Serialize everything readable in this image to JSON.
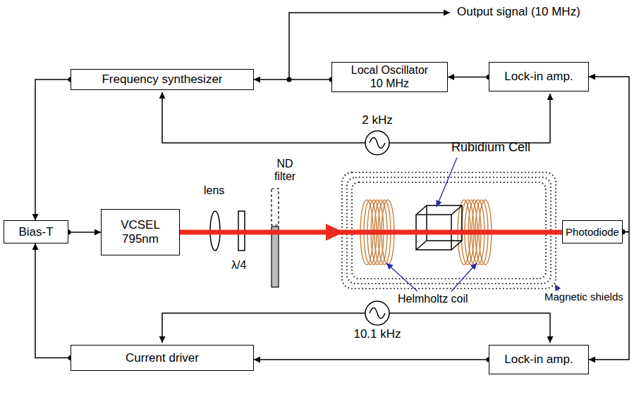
{
  "diagram": {
    "nodes": [
      {
        "text": [
          "Frequency synthesizer"
        ]
      },
      {
        "text": [
          "Local Oscillator 10 MHz"
        ]
      },
      {
        "text": [
          "Lock-in amp."
        ]
      },
      {
        "text": [
          "Bias-T"
        ]
      },
      {
        "text": [
          "VCSEL 795nm"
        ]
      },
      {
        "text": [
          "Photodiode"
        ]
      },
      {
        "text": [
          "Current driver"
        ]
      },
      {
        "text": [
          "Lock-in amp."
        ]
      }
    ],
    "edges": [
      {
        "from": 1,
        "to": 0,
        "arrow": "to"
      },
      {
        "from": 2,
        "to": 1,
        "arrow": "to"
      },
      {
        "from": 0,
        "to": 3,
        "arrow": "to"
      },
      {
        "from": 6,
        "to": 3,
        "arrow": "to"
      },
      {
        "from": 3,
        "to": 4,
        "arrow": "to"
      },
      {
        "from": 4,
        "to": 5,
        "arrow": "none"
      },
      {
        "from": 5,
        "to": 2,
        "arrow": "to"
      },
      {
        "from": 5,
        "to": 7,
        "arrow": "to"
      },
      {
        "from": 7,
        "to": 6,
        "arrow": "to"
      }
    ],
    "labels": [
      "Output signal (10 MHz)",
      "2 kHz",
      "Rubidium Cell",
      "lens",
      "ND filter",
      "λ/4",
      "Magnetic shields",
      "Helmholtz coil",
      "10.1 kHz"
    ]
  }
}
